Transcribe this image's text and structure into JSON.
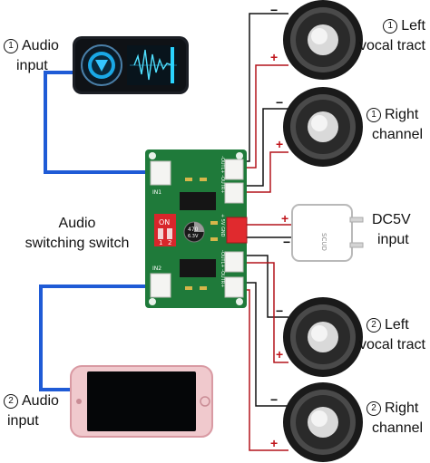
{
  "labels": {
    "audio_input_1": {
      "num": "1",
      "text": "Audio",
      "text2": "input"
    },
    "audio_input_2": {
      "num": "2",
      "text": "Audio",
      "text2": "input"
    },
    "left_1": {
      "num": "1",
      "text": "Left",
      "text2": "vocal tract"
    },
    "right_1": {
      "num": "1",
      "text": "Right",
      "text2": "channel"
    },
    "left_2": {
      "num": "2",
      "text": "Left",
      "text2": "vocal tract"
    },
    "right_2": {
      "num": "2",
      "text": "Right",
      "text2": "channel"
    },
    "dc_input": {
      "text": "DC5V",
      "text2": "input"
    },
    "switch": {
      "text": "Audio",
      "text2": "switching switch"
    }
  },
  "polarity": {
    "negative": "−",
    "positive": "+"
  },
  "board": {
    "switch_on": "ON",
    "switch_1": "1",
    "switch_2": "2",
    "cap_value": "470",
    "cap_voltage": "6.3V",
    "port_in1": "IN1",
    "port_in2": "IN2",
    "pin_out1": "-OUTL+ -OUTR+",
    "pin_power": "+ 5V GND",
    "pin_out2": "-OUTL+ -OUTR+"
  },
  "adapter": {
    "brand": "SCUD"
  },
  "colors": {
    "board": "#1f7a3a",
    "audio_cable": "#1f5bd6",
    "red_wire": "#b3141b",
    "black_wire": "#111111",
    "switch_red": "#d8262b"
  }
}
